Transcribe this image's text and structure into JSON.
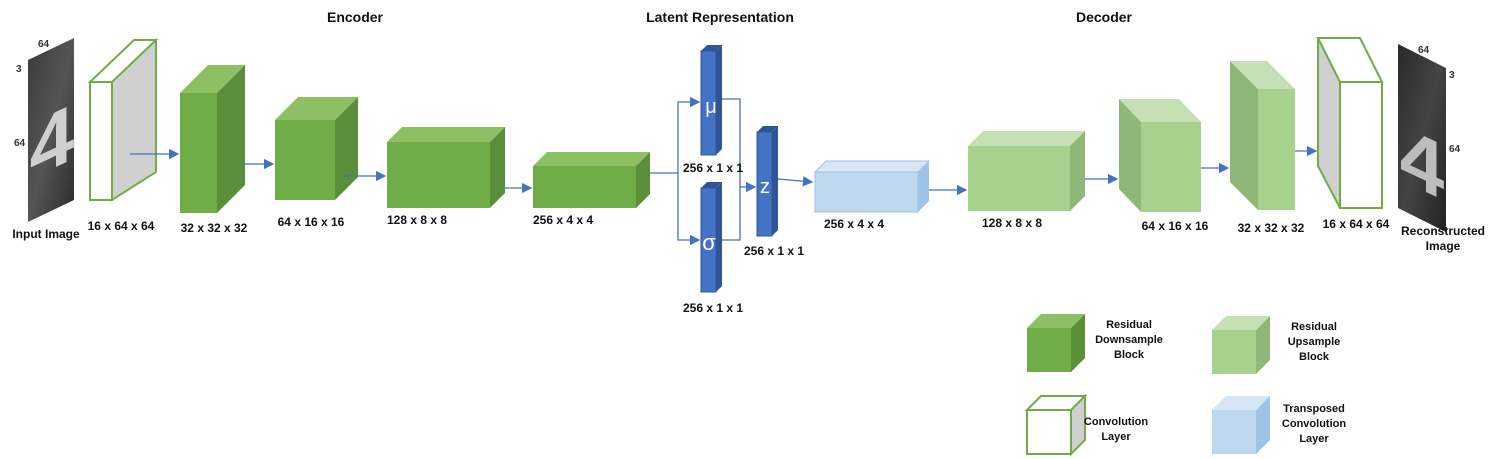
{
  "sections": {
    "encoder": "Encoder",
    "latent": "Latent Representation",
    "decoder": "Decoder"
  },
  "images": {
    "input_label": "Input Image",
    "output_label_line1": "Reconstructed",
    "output_label_line2": "Image",
    "input_dims": {
      "top": "64",
      "left_top": "3",
      "left_mid": "64"
    },
    "output_dims": {
      "top": "64",
      "right_top": "3",
      "right_mid": "64"
    },
    "digit": "4"
  },
  "blocks": {
    "enc_conv": "16 x 64 x 64",
    "enc_res1": "32 x 32 x 32",
    "enc_res2": "64 x 16 x 16",
    "enc_res3": "128 x 8 x 8",
    "enc_res4": "256 x 4 x 4",
    "mu_label": "256 x 1 x 1",
    "sigma_label": "256 x 1 x 1",
    "z_label": "256 x 1 x 1",
    "dec_tconv": "256 x 4 x 4",
    "dec_res1": "128 x 8 x 8",
    "dec_res2": "64 x 16 x 16",
    "dec_res3": "32 x 32 x 32",
    "dec_conv": "16 x 64 x 64"
  },
  "symbols": {
    "mu": "μ",
    "sigma": "σ",
    "z": "z"
  },
  "legend": {
    "res_down": [
      "Residual",
      "Downsample",
      "Block"
    ],
    "res_up": [
      "Residual",
      "Upsample",
      "Block"
    ],
    "conv": [
      "Convolution",
      "Layer"
    ],
    "tconv": [
      "Transposed",
      "Convolution",
      "Layer"
    ]
  },
  "colors": {
    "res_down_front": "#70ad47",
    "res_down_top": "#8cc063",
    "res_down_side": "#5a8e3a",
    "res_up_front": "#a9d18e",
    "res_up_top": "#c5e0b4",
    "res_up_side": "#8fb878",
    "conv_outline": "#70ad47",
    "conv_side": "#d0d0d0",
    "tconv_front": "#bdd7ee",
    "tconv_top": "#d6e6f5",
    "tconv_side": "#9dc3e6",
    "latent_blue": "#4472c4",
    "latent_dark": "#2f5597",
    "arrow": "#4472c4"
  }
}
